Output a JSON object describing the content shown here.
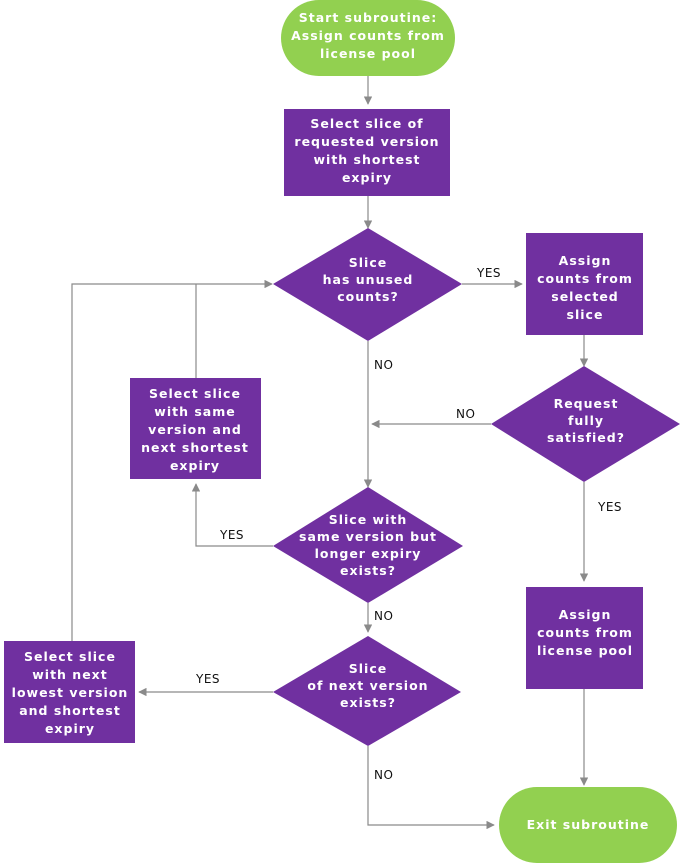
{
  "colors": {
    "process": "#7030a0",
    "terminal": "#92d050",
    "connector": "#8a8a8a",
    "node_text": "#ffffff",
    "label_text": "#111111"
  },
  "nodes": {
    "start": [
      "Start subroutine:",
      "Assign counts from",
      "license pool"
    ],
    "select_slice": [
      "Select slice of",
      "requested version",
      "with shortest",
      "expiry"
    ],
    "decision_unused": [
      "Slice",
      "has unused",
      "counts?"
    ],
    "assign_selected": [
      "Assign",
      "counts from",
      "selected",
      "slice"
    ],
    "decision_satisfied": [
      "Request",
      "fully",
      "satisfied?"
    ],
    "select_same_version": [
      "Select slice",
      "with same",
      "version and",
      "next shortest",
      "expiry"
    ],
    "decision_longer_expiry": [
      "Slice with",
      "same version but",
      "longer expiry",
      "exists?"
    ],
    "assign_pool": [
      "Assign",
      "counts from",
      "license pool"
    ],
    "decision_next_version": [
      "Slice",
      "of next version",
      "exists?"
    ],
    "select_next_lowest": [
      "Select slice",
      "with next",
      "lowest version",
      "and shortest",
      "expiry"
    ],
    "exit": [
      "Exit subroutine"
    ]
  },
  "edge_labels": {
    "unused_yes": "YES",
    "unused_no": "NO",
    "satisfied_no": "NO",
    "satisfied_yes": "YES",
    "longer_yes": "YES",
    "longer_no": "NO",
    "next_version_yes": "YES",
    "next_version_no": "NO"
  }
}
